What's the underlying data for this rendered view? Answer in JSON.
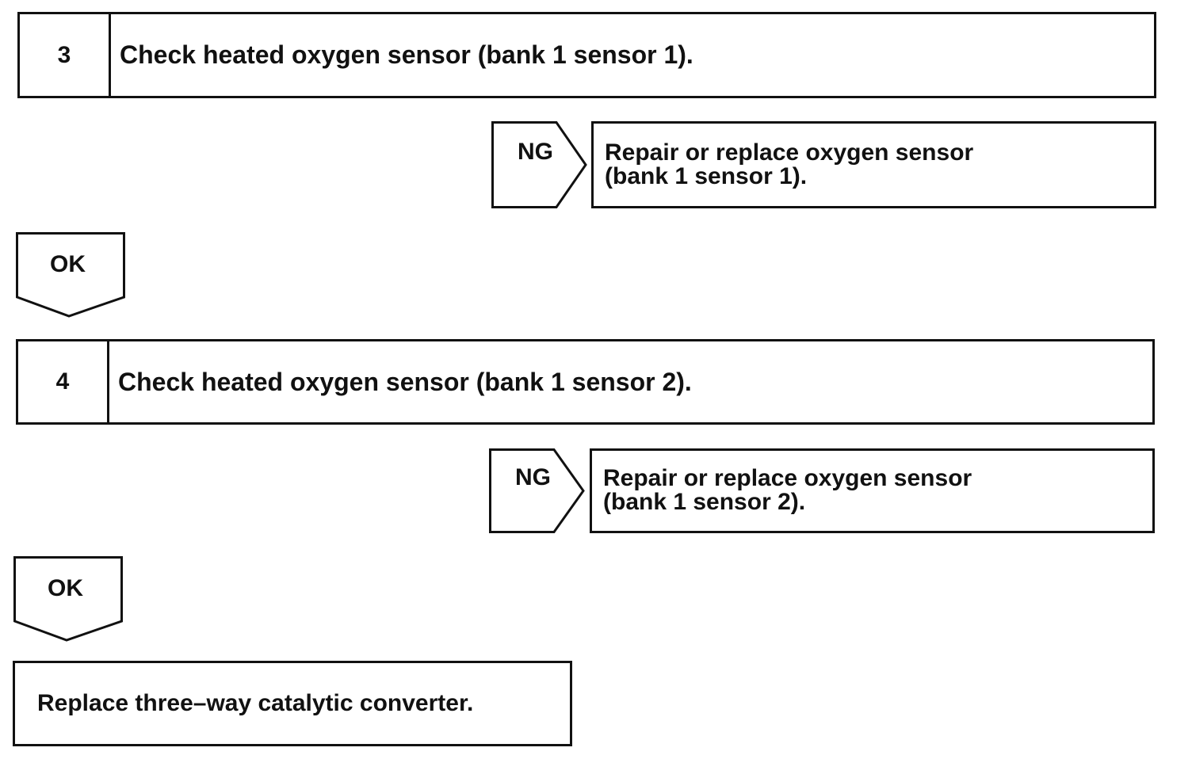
{
  "steps": [
    {
      "number": "3",
      "title": "Check heated oxygen sensor (bank 1 sensor 1).",
      "ng_label": "NG",
      "ng_action_line1": "Repair or replace oxygen sensor",
      "ng_action_line2": "(bank 1 sensor 1).",
      "ok_label": "OK"
    },
    {
      "number": "4",
      "title": "Check heated oxygen sensor (bank 1 sensor 2).",
      "ng_label": "NG",
      "ng_action_line1": "Repair or replace oxygen sensor",
      "ng_action_line2": "(bank 1 sensor 2).",
      "ok_label": "OK"
    }
  ],
  "final_action": "Replace three–way catalytic converter."
}
